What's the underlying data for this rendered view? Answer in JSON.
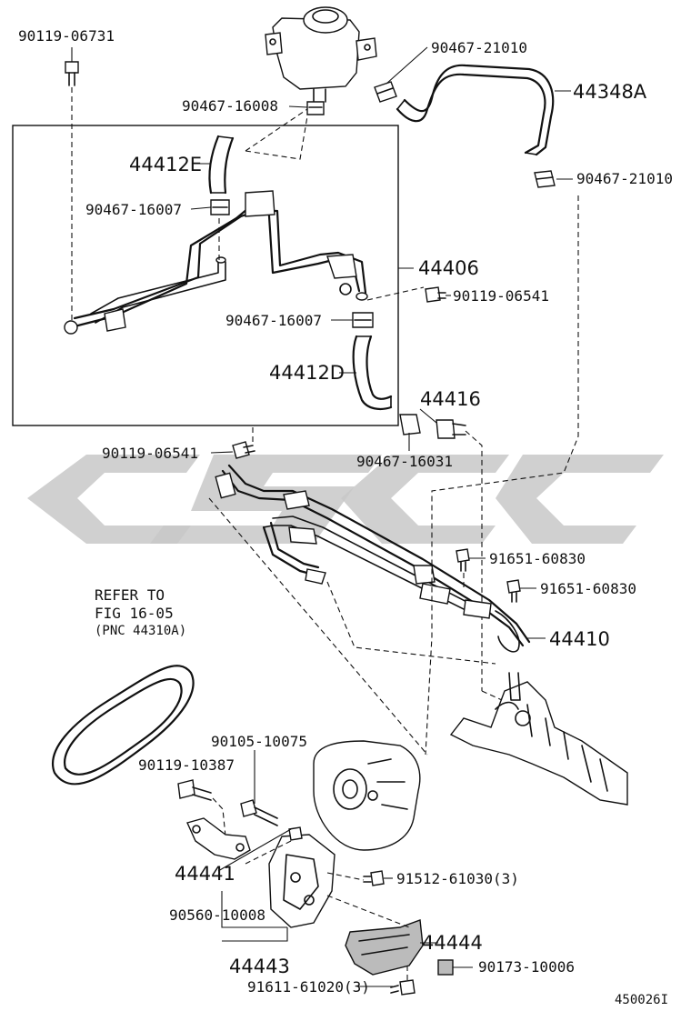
{
  "labels": {
    "p90119_06731": "90119-06731",
    "p90467_21010_top": "90467-21010",
    "p44348A": "44348A",
    "p90467_16008": "90467-16008",
    "p44412E": "44412E",
    "p90467_21010_right": "90467-21010",
    "p90467_16007_a": "90467-16007",
    "p44406": "44406",
    "p90119_06541_right": "90119-06541",
    "p90467_16007_b": "90467-16007",
    "p44412D": "44412D",
    "p44416": "44416",
    "p90119_06541_left": "90119-06541",
    "p90467_16031": "90467-16031",
    "p91651_60830_a": "91651-60830",
    "p91651_60830_b": "91651-60830",
    "p44410": "44410",
    "p90105_10075": "90105-10075",
    "p90119_10387": "90119-10387",
    "p44441": "44441",
    "p91512_61030": "91512-61030(3)",
    "p90560_10008": "90560-10008",
    "p44444": "44444",
    "p44443": "44443",
    "p90173_10006": "90173-10006",
    "p91611_61020": "91611-61020(3)"
  },
  "refer": {
    "line1": "REFER TO",
    "line2": "FIG 16-05",
    "line3": "(PNC 44310A)"
  },
  "figure_id": "450026I"
}
